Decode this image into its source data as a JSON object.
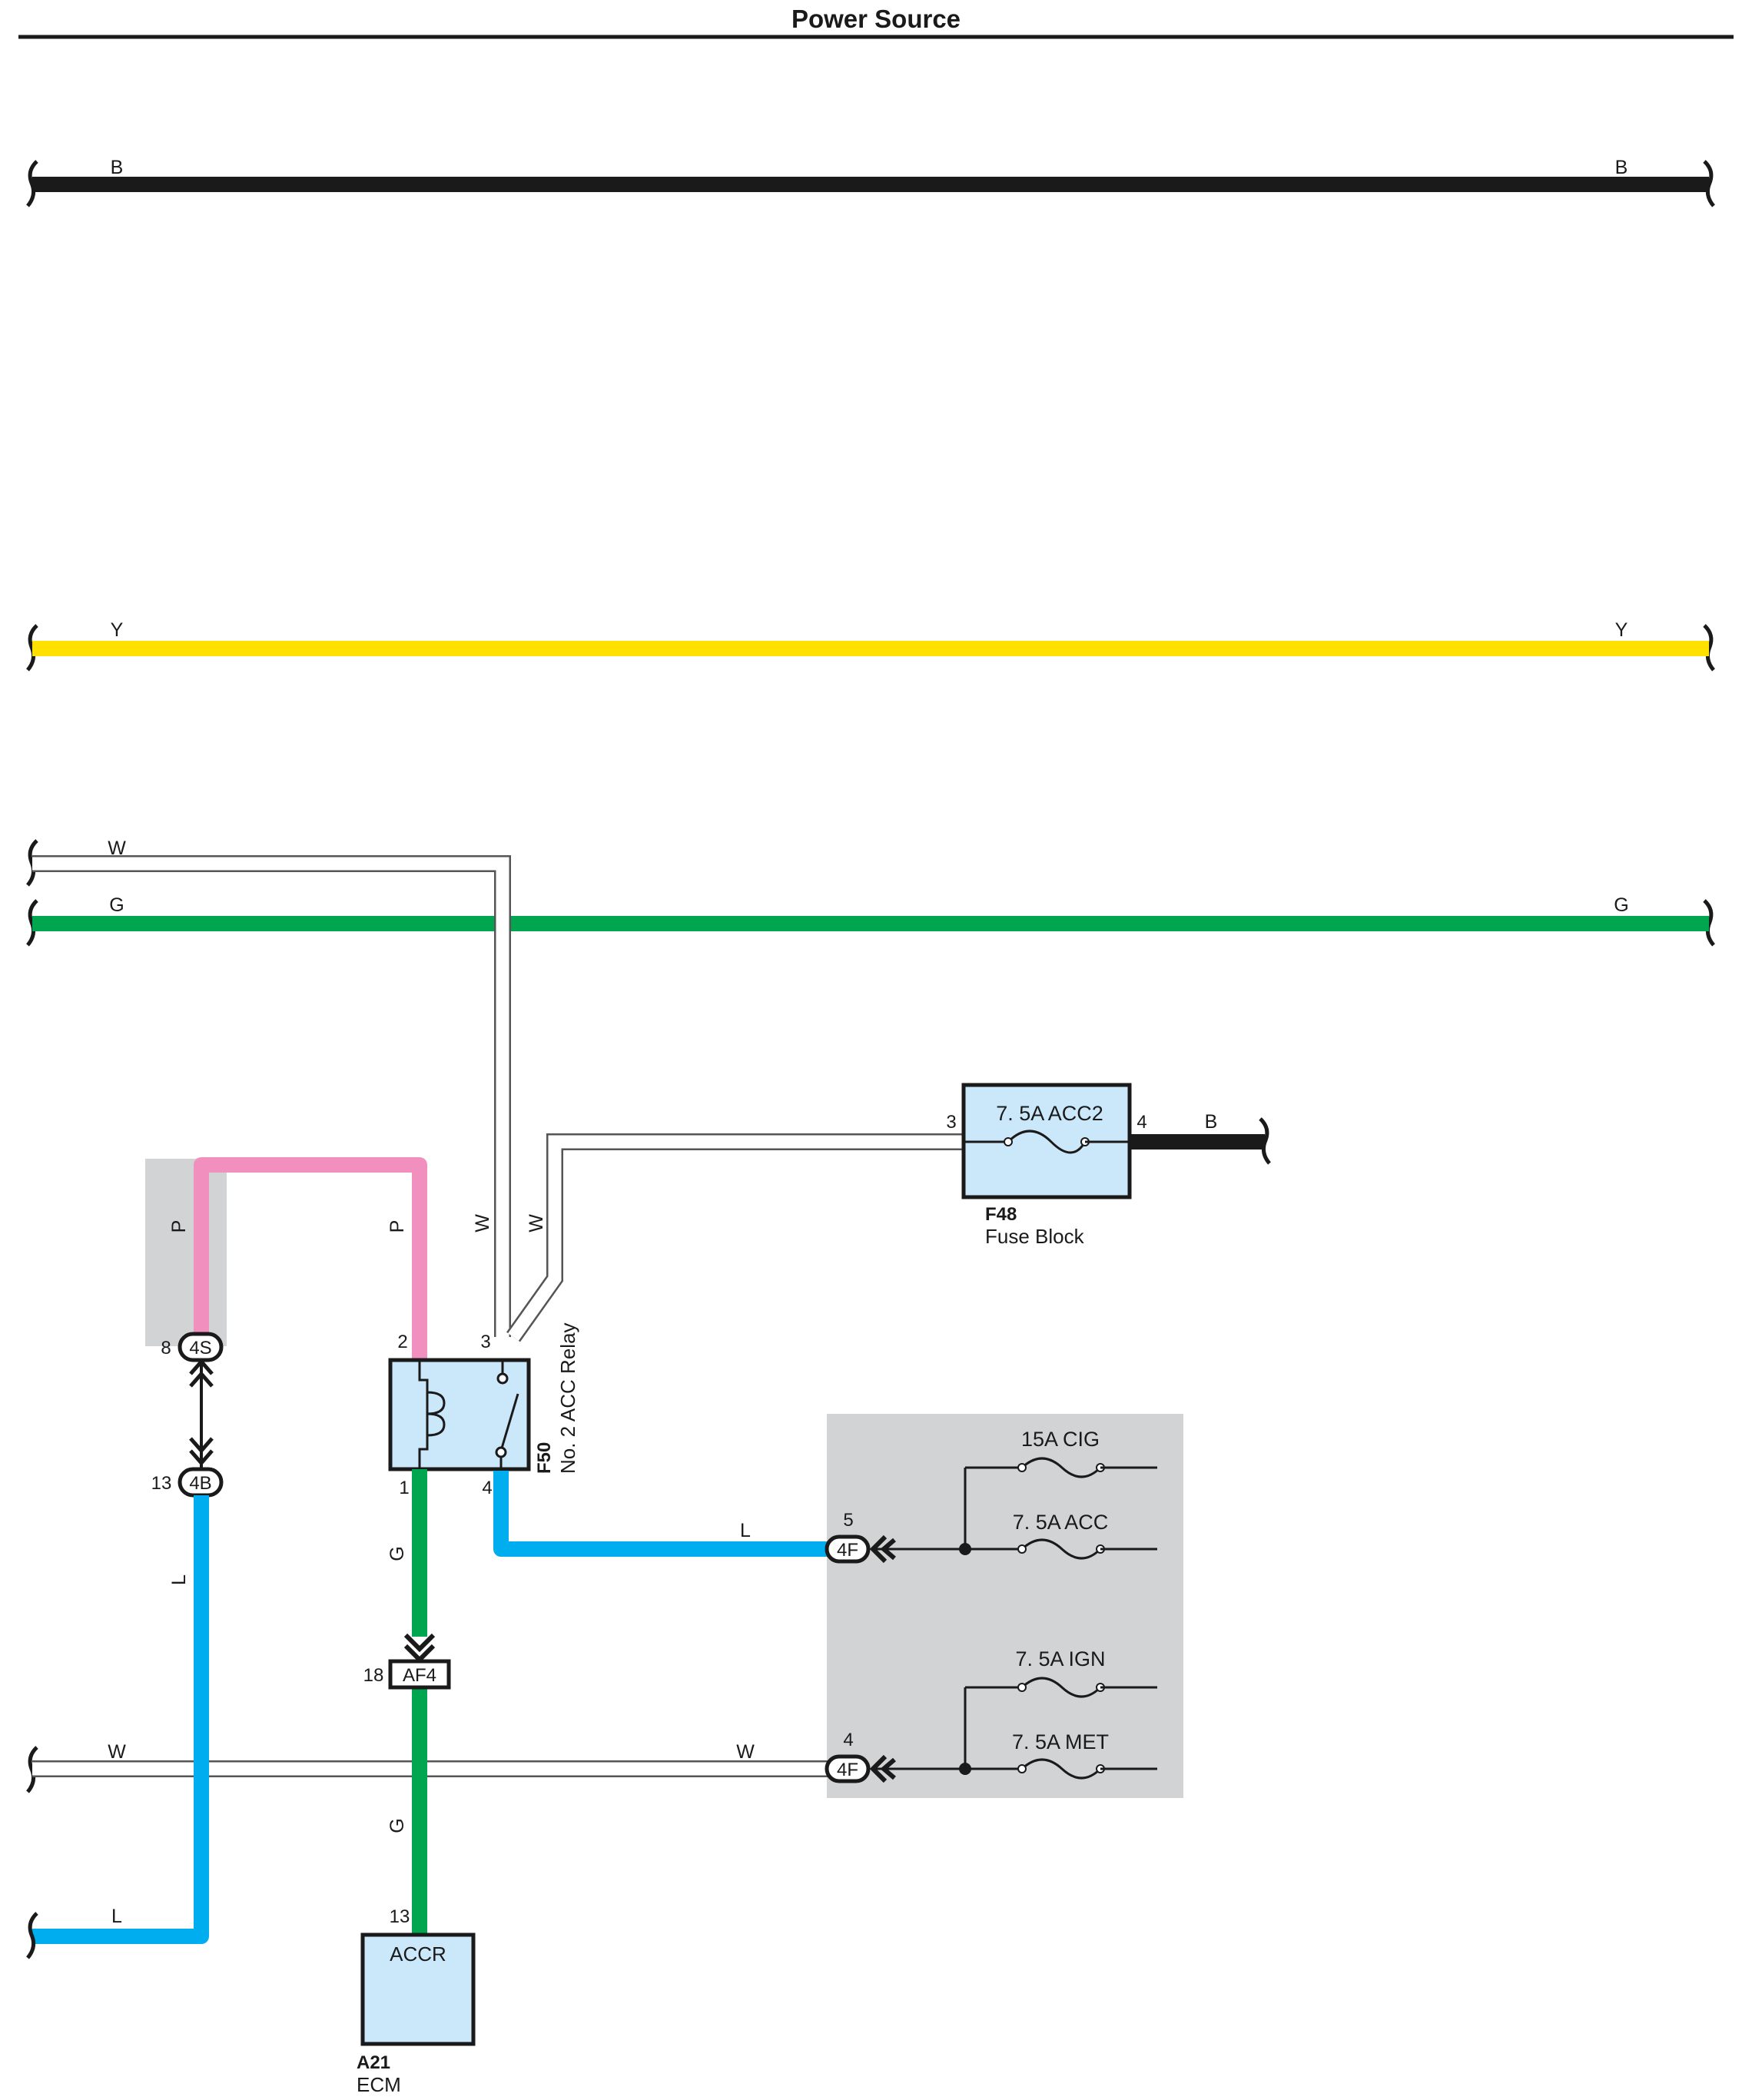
{
  "title": "Power Source",
  "colors": {
    "black": "#1a1a1a",
    "yellow": "#ffe100",
    "green": "#00a54f",
    "pink": "#f190bf",
    "blue": "#00adef",
    "component_fill": "#cbe8fb",
    "block_gray": "#d1d3d4",
    "white_wire": "#ffffff"
  },
  "wires": {
    "b_left": "B",
    "b_right": "B",
    "y_left": "Y",
    "y_right": "Y",
    "w_top_left": "W",
    "g_left": "G",
    "g_right": "G",
    "p_left": "P",
    "p_right": "P",
    "w_vert_1": "W",
    "w_vert_2": "W",
    "b_fuse_out": "B",
    "l_vert": "L",
    "l_horiz": "L",
    "g_vert_1": "G",
    "g_vert_2": "G",
    "w_bottom_left": "W",
    "w_bottom_right": "W",
    "l_bottom_left": "L"
  },
  "fuse_f48": {
    "fuse_label": "7. 5A ACC2",
    "pin_in": "3",
    "pin_out": "4",
    "code": "F48",
    "name": "Fuse Block"
  },
  "relay_f50": {
    "pin_2": "2",
    "pin_3": "3",
    "pin_1": "1",
    "pin_4": "4",
    "code": "F50",
    "name": "No. 2 ACC Relay"
  },
  "junction_4s_4b": {
    "top_pin": "8",
    "top_label": "4S",
    "bottom_pin": "13",
    "bottom_label": "4B"
  },
  "connector_af4": {
    "pin": "18",
    "label": "AF4"
  },
  "ecm_a21": {
    "pin": "13",
    "terminal": "ACCR",
    "code": "A21",
    "name": "ECM"
  },
  "fuse_block_right": {
    "conn_upper_pin": "5",
    "conn_upper_label": "4F",
    "conn_lower_pin": "4",
    "conn_lower_label": "4F",
    "fuses": [
      "15A CIG",
      "7. 5A ACC",
      "7. 5A IGN",
      "7. 5A MET"
    ]
  }
}
